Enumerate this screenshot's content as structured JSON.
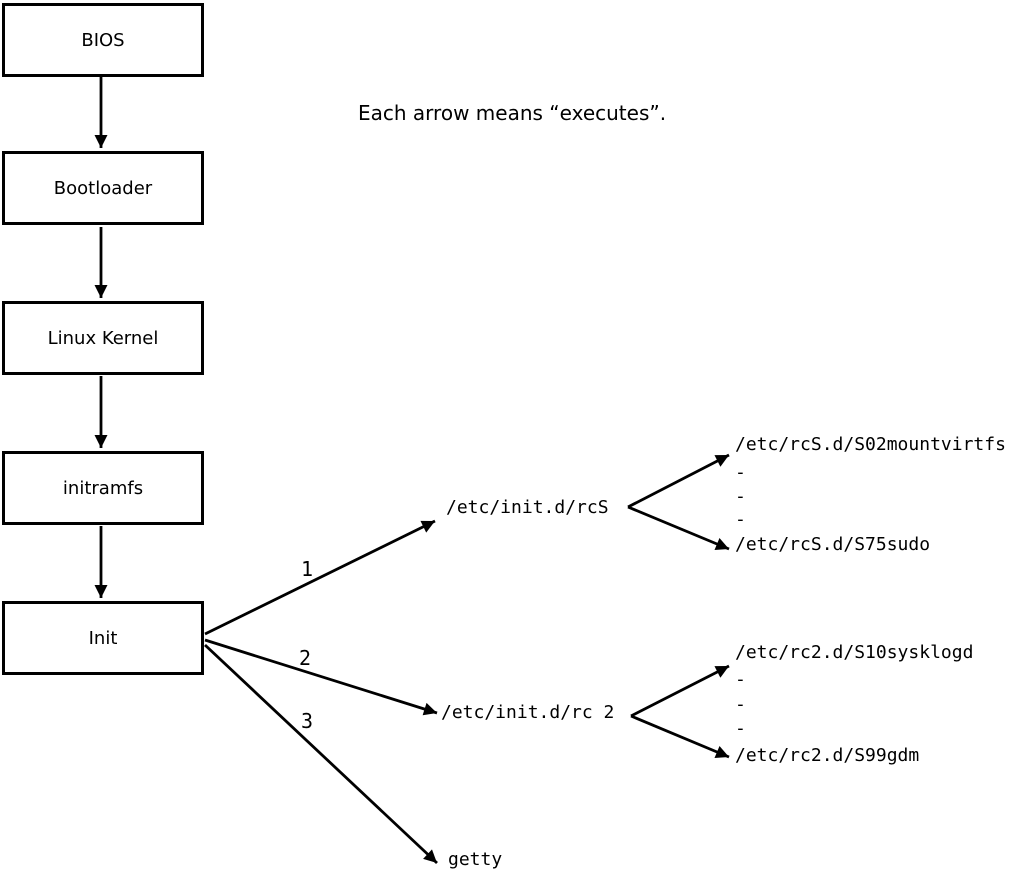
{
  "note": "Each arrow means “executes”.",
  "colors": {
    "line": "#000000",
    "background": "#ffffff"
  },
  "boot_sequence": [
    {
      "label": "BIOS"
    },
    {
      "label": "Bootloader"
    },
    {
      "label": "Linux Kernel"
    },
    {
      "label": "initramfs"
    },
    {
      "label": "Init"
    }
  ],
  "init_branches": [
    {
      "number": "1",
      "target": "/etc/init.d/rcS",
      "children": {
        "first": "/etc/rcS.d/S02mountvirtfs",
        "ellipsis": "-\n-\n-",
        "last": "/etc/rcS.d/S75sudo"
      }
    },
    {
      "number": "2",
      "target": "/etc/init.d/rc 2",
      "children": {
        "first": "/etc/rc2.d/S10sysklogd",
        "ellipsis": "-\n-\n-",
        "last": "/etc/rc2.d/S99gdm"
      }
    },
    {
      "number": "3",
      "target": "getty"
    }
  ]
}
